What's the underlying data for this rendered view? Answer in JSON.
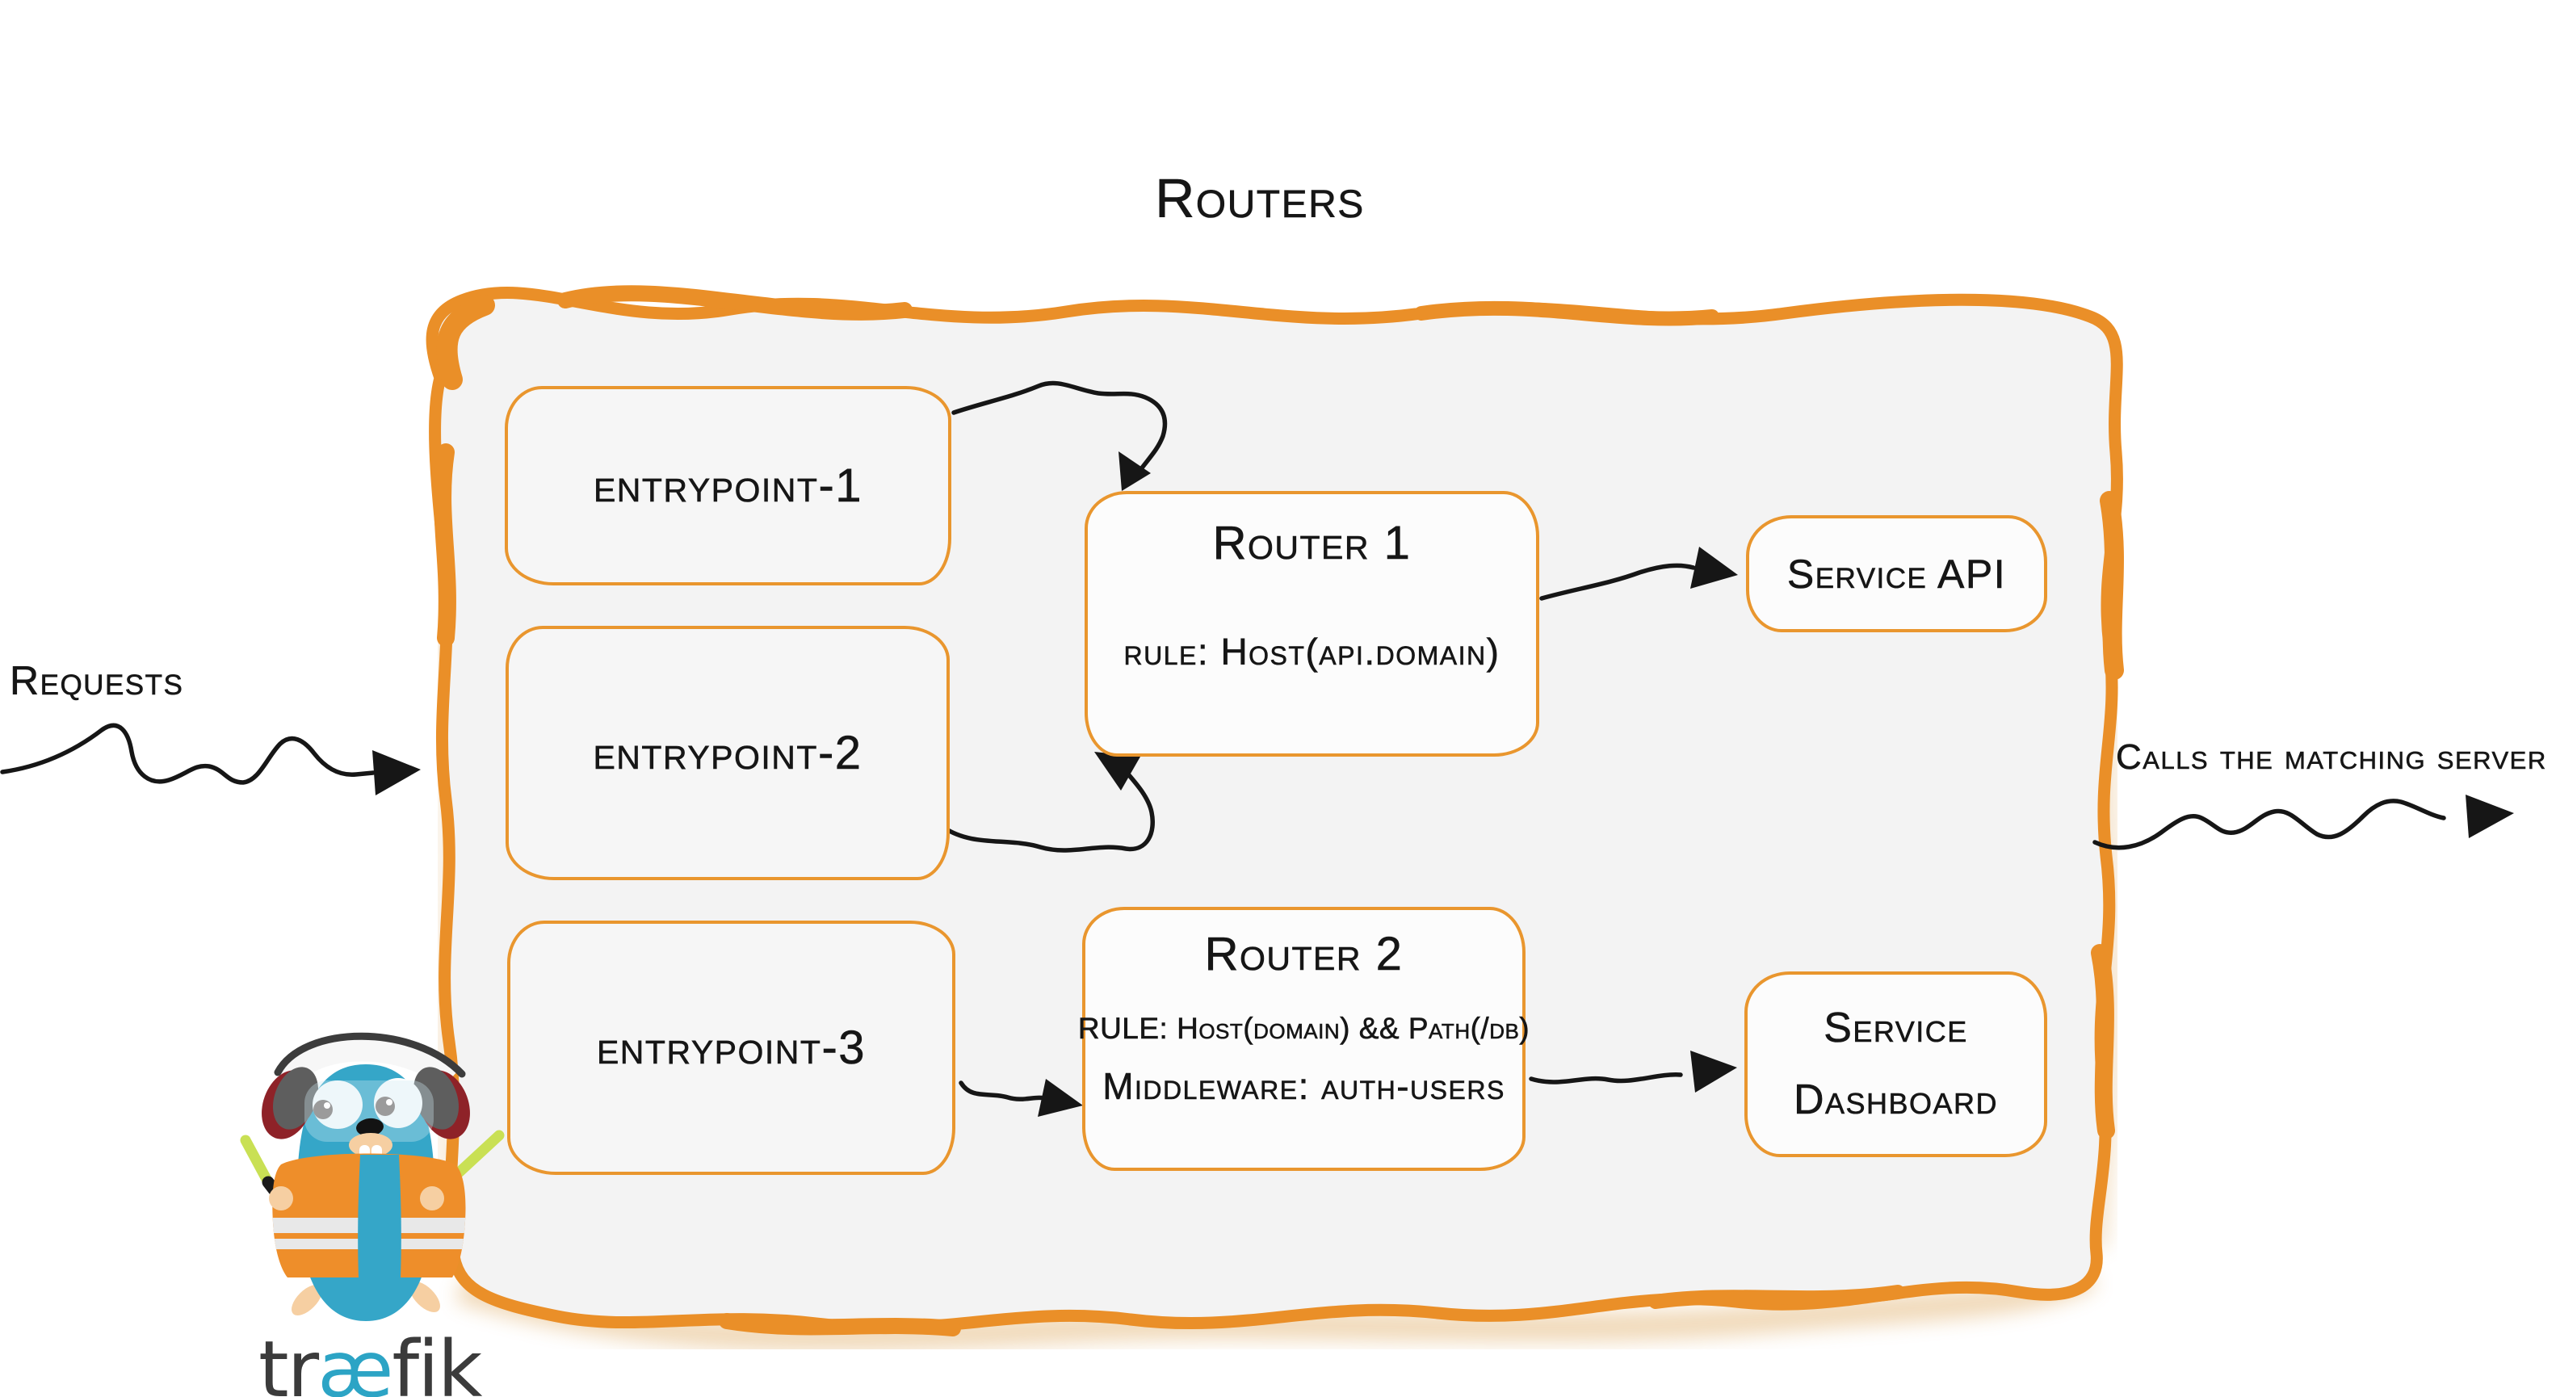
{
  "diagram": {
    "title": "Routers",
    "left_label": "Requests",
    "right_label": "Calls the matching server",
    "entrypoints": [
      {
        "label": "entrypoint-1"
      },
      {
        "label": "entrypoint-2"
      },
      {
        "label": "entrypoint-3"
      }
    ],
    "routers": [
      {
        "title": "Router 1",
        "rule": "rule: Host(api.domain)"
      },
      {
        "title": "Router 2",
        "rule": "RULE: Host(domain) && Path(/db)",
        "middleware": "Middleware: auth-users"
      }
    ],
    "services": [
      {
        "lines": [
          "Service API"
        ]
      },
      {
        "lines": [
          "Service",
          "Dashboard"
        ]
      }
    ],
    "connectors": [
      {
        "name": "requests-into-panel"
      },
      {
        "name": "entrypoint-1-to-router-1"
      },
      {
        "name": "entrypoint-2-to-router-1"
      },
      {
        "name": "entrypoint-3-to-router-2"
      },
      {
        "name": "router-1-to-service-api"
      },
      {
        "name": "router-2-to-service-dashboard"
      },
      {
        "name": "panel-to-matching-server"
      }
    ],
    "logo": {
      "pre": "tr",
      "ae": "æ",
      "post": "fik"
    },
    "colors": {
      "panel_border_orange": "#EA8F28",
      "box_border_orange": "#E9962E",
      "panel_fill": "#F3F3F3",
      "ink": "#161616",
      "gopher_blue": "#35A6C8",
      "wordmark_ae_blue": "#2CA4C5",
      "vest_orange": "#EE8E2A",
      "stick_green": "#C9E054",
      "headphone_red": "#8E2228"
    }
  }
}
